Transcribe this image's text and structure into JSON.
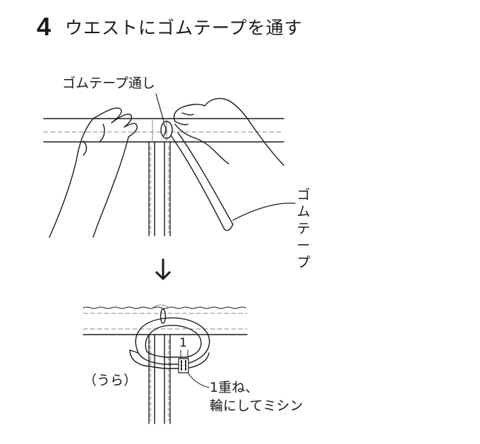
{
  "header": {
    "step_number": "4",
    "title": "ウエストにゴムテープを通す"
  },
  "labels": {
    "threader": "ゴムテープ通し",
    "elastic_tape": "ゴムテープ",
    "reverse_side": "（うら）",
    "overlap_count": "1",
    "sewing_line1": "1重ね、",
    "sewing_line2": "輪にしてミシン"
  },
  "icons": {
    "next_step": "arrow-down-icon"
  },
  "colors": {
    "line": "#1a1a1a",
    "stitch": "#8a8a8a",
    "background": "#ffffff"
  }
}
